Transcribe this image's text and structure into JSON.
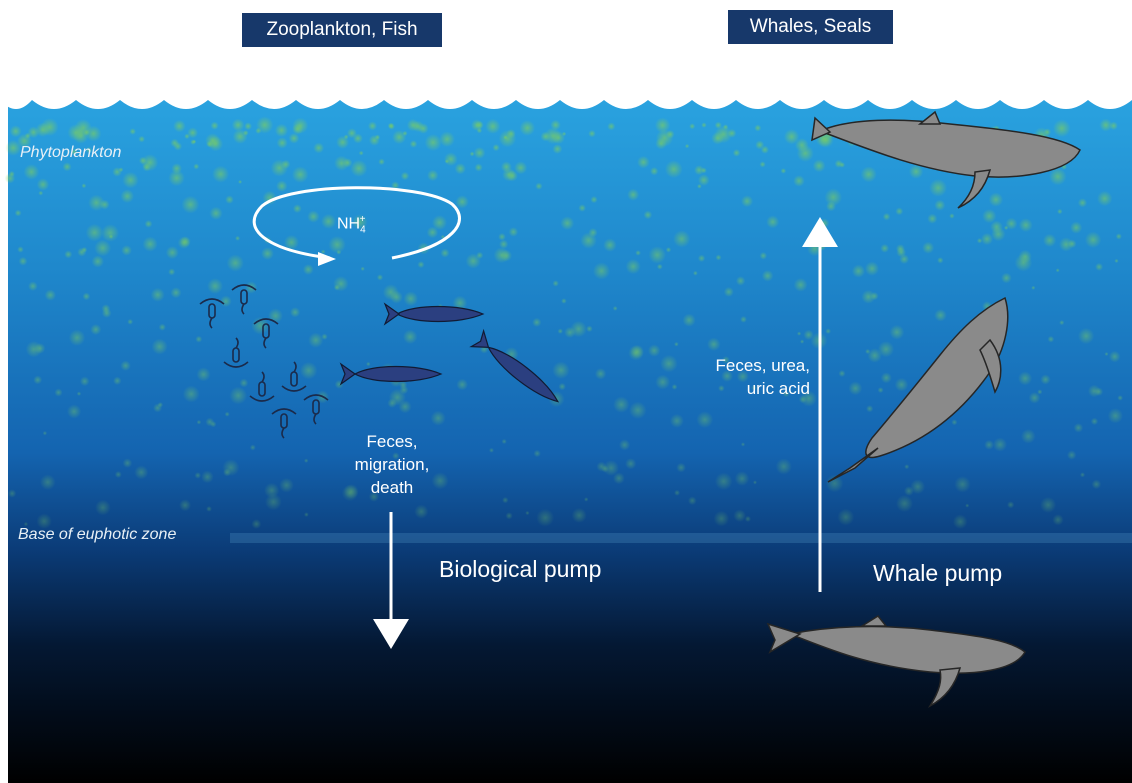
{
  "header": {
    "left_label": "Zooplankton, Fish",
    "right_label": "Whales, Seals"
  },
  "zones": {
    "top": "Phytoplankton",
    "base": "Base of euphotic zone"
  },
  "nutrient": {
    "base": "NH",
    "subscript": "4",
    "superscript": "+"
  },
  "biological": {
    "caption": [
      "Feces,",
      "migration,",
      "death"
    ],
    "title": "Biological pump"
  },
  "whale": {
    "caption": [
      "Feces, urea,",
      "uric acid"
    ],
    "title": "Whale pump"
  },
  "colors": {
    "label_box": "#17386a",
    "sea_surface": "#2aa3e0",
    "sea_deep": "#000000",
    "phytoplankton": "#5fb84a",
    "fish": "#2b3f80",
    "whale": "#8a8a8a",
    "arrow": "#ffffff"
  }
}
